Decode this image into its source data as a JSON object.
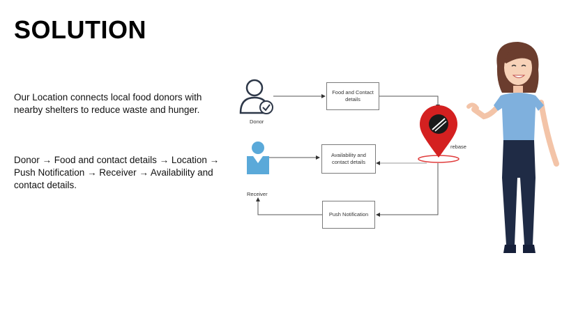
{
  "slide": {
    "title": "SOLUTION",
    "intro": "Our Location connects local food donors with nearby shelters to reduce waste and hunger.",
    "flow": "Donor → Food and contact details → Location → Push Notification → Receiver → Availability and contact details."
  },
  "diagram": {
    "donor_label": "Donor",
    "receiver_label": "Receiver",
    "food_box": "Food and Contact details",
    "availability_box": "Availability and contact details",
    "push_box": "Push Notification",
    "firebase_label": "rebase"
  },
  "colors": {
    "receiver_blue": "#5aa9d9",
    "pin_red": "#d42020",
    "shirt_blue": "#7fb0dd",
    "pants_navy": "#1f2b45"
  }
}
